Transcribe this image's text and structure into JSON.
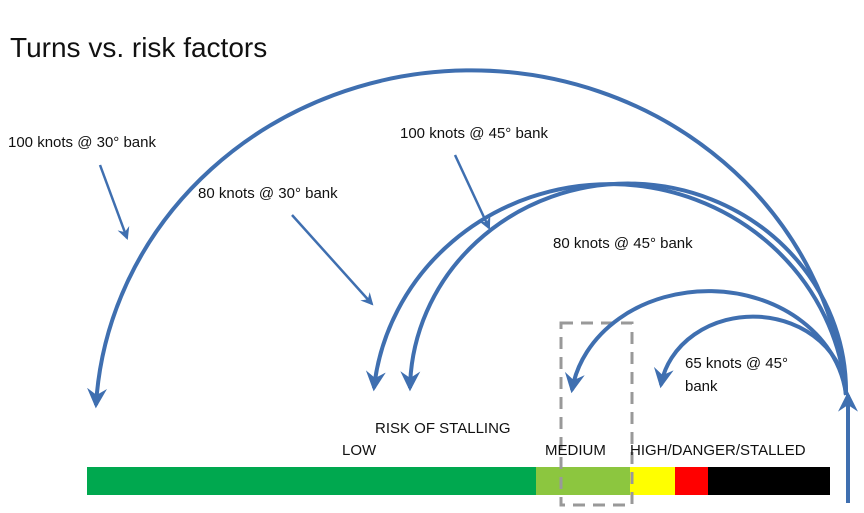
{
  "title": "Turns vs. risk factors",
  "labels": {
    "l100_30": "100 knots @ 30° bank",
    "l80_30": "80 knots @ 30° bank",
    "l100_45": "100 knots @ 45° bank",
    "l80_45": "80 knots @ 45° bank",
    "l65_45_line1": "65 knots @ 45°",
    "l65_45_line2": "bank"
  },
  "risk": {
    "heading": "RISK OF STALLING",
    "low": "LOW",
    "medium": "MEDIUM",
    "high": "HIGH/DANGER/STALLED"
  },
  "colors": {
    "arrow": "#3f6fb0",
    "low": "#00a84f",
    "medium": "#8cc63f",
    "yellow": "#ffff00",
    "red": "#ff0000",
    "black": "#000000",
    "dashed": "#999999"
  }
}
